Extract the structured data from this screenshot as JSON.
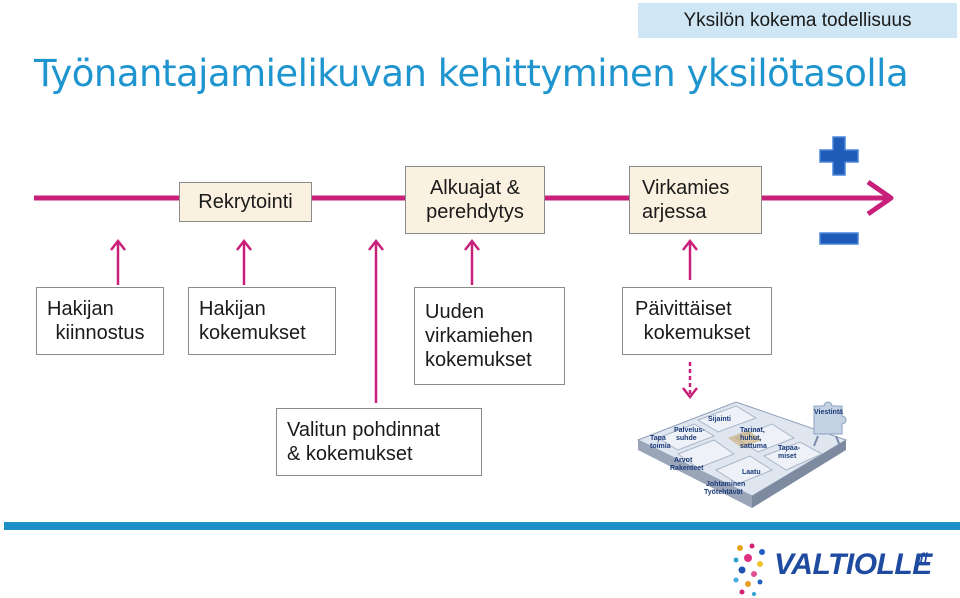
{
  "tag": "Yksilön kokema todellisuus",
  "title": "Työnantajamielikuvan kehittyminen yksilötasolla",
  "stages": [
    {
      "lines": [
        "Rekrytointi"
      ]
    },
    {
      "lines": [
        "Alkuajat &",
        "perehdytys"
      ]
    },
    {
      "lines": [
        "Virkamies",
        "arjessa"
      ]
    }
  ],
  "experiences": [
    {
      "lines": [
        "Hakijan",
        "kiinnostus"
      ]
    },
    {
      "lines": [
        "Hakijan",
        "kokemukset"
      ]
    },
    {
      "lines": [
        "Uuden",
        "virkamiehen",
        "kokemukset"
      ]
    },
    {
      "lines": [
        "Päivittäiset",
        "kokemukset"
      ]
    },
    {
      "lines": [
        "Valitun pohdinnat",
        "& kokemukset"
      ]
    }
  ],
  "puzzle_labels": {
    "sijainti": "Sijainti",
    "palvelussuhde": "Palvelus-\nsuhde",
    "tapa_toimia": "Tapa\ntoimia",
    "arvot": "Arvot\nRakenteet",
    "tarinat": "Tarinat,\nhuhut,\nsattuma",
    "tapaamiset": "Tapaa-\nmiset",
    "laatu": "Laatu",
    "johtaminen": "Johtaminen\nTyötehtävät",
    "viestinta": "Viestintä"
  },
  "logo": {
    "text": "VALTIOLLE",
    "suffix": ".fi"
  },
  "colors": {
    "accent": "#1f95cf",
    "arrow": "#c8207a",
    "plus_minus": "#1f5cb8",
    "tag_bg": "#cfe6f4",
    "stage_bg": "#fbf1e0"
  }
}
